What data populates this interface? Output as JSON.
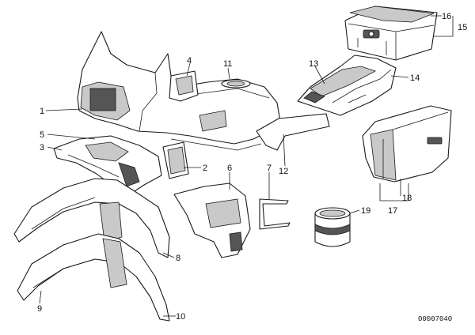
{
  "callouts": {
    "c1": "1",
    "c2": "2",
    "c3": "3",
    "c4": "4",
    "c5": "5",
    "c6": "6",
    "c7": "7",
    "c8": "8",
    "c9": "9",
    "c10": "10",
    "c11": "11",
    "c12": "12",
    "c13": "13",
    "c14": "14",
    "c15": "15",
    "c16": "16",
    "c17": "17",
    "c18": "18",
    "c19": "19"
  },
  "drawing_number": "00007040"
}
